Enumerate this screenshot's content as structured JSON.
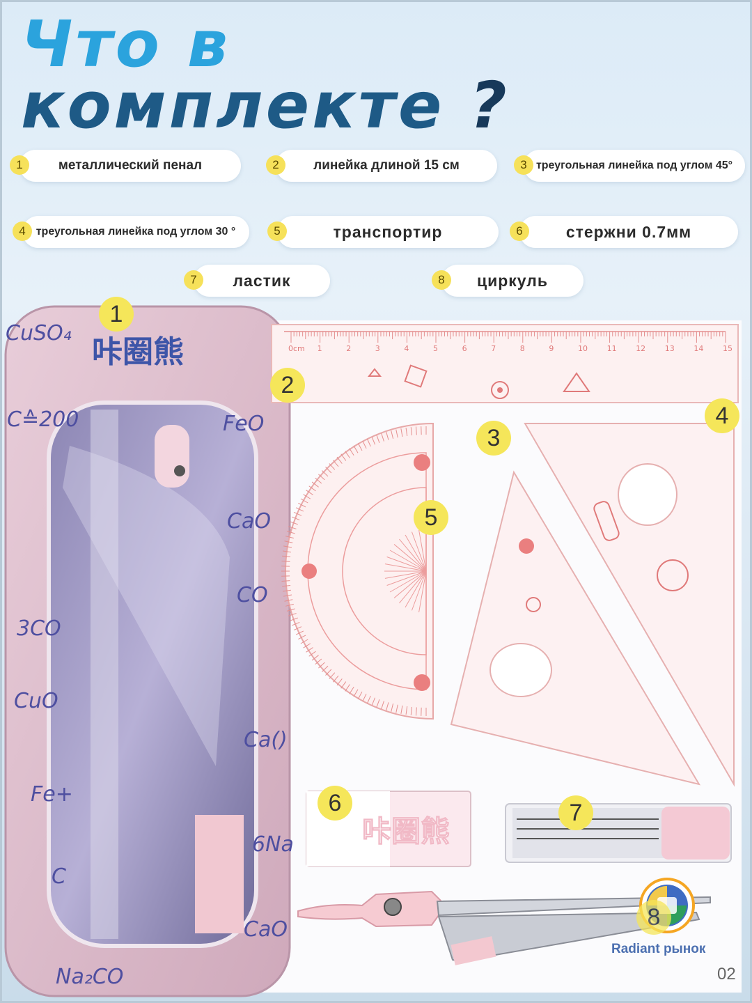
{
  "title": {
    "line1": "Что в",
    "line2": "комплекте",
    "question_mark": "?"
  },
  "items": [
    {
      "num": "1",
      "label": "металлический пенал"
    },
    {
      "num": "2",
      "label": "линейка длиной 15 см"
    },
    {
      "num": "3",
      "label": "треугольная линейка под углом 45°"
    },
    {
      "num": "4",
      "label": "треугольная линейка под углом 30 °"
    },
    {
      "num": "5",
      "label": "транспортир"
    },
    {
      "num": "6",
      "label": "стержни 0.7мм"
    },
    {
      "num": "7",
      "label": "ластик"
    },
    {
      "num": "8",
      "label": "циркуль"
    }
  ],
  "photo_markers": [
    "1",
    "2",
    "3",
    "4",
    "5",
    "6",
    "7",
    "8"
  ],
  "case_doodles": [
    "CuSO₄",
    "C≙200",
    "3CO",
    "CuO",
    "Fe+",
    "FeO",
    "CO",
    "CaO",
    "Ca()",
    "6Na",
    "CaO",
    "Na₂CO",
    "C"
  ],
  "ruler_ticks": [
    "0cm",
    "1",
    "2",
    "3",
    "4",
    "5",
    "6",
    "7",
    "8",
    "9",
    "10",
    "11",
    "12",
    "13",
    "14",
    "15"
  ],
  "brand_text": "Radiant рынок",
  "page_number": "02",
  "colors": {
    "title_light": "#2ba3dd",
    "title_dark": "#1e5a86",
    "marker_yellow": "#f6e15a",
    "case_pink": "#d9b7c7",
    "ruler_red": "#e07a7a"
  }
}
